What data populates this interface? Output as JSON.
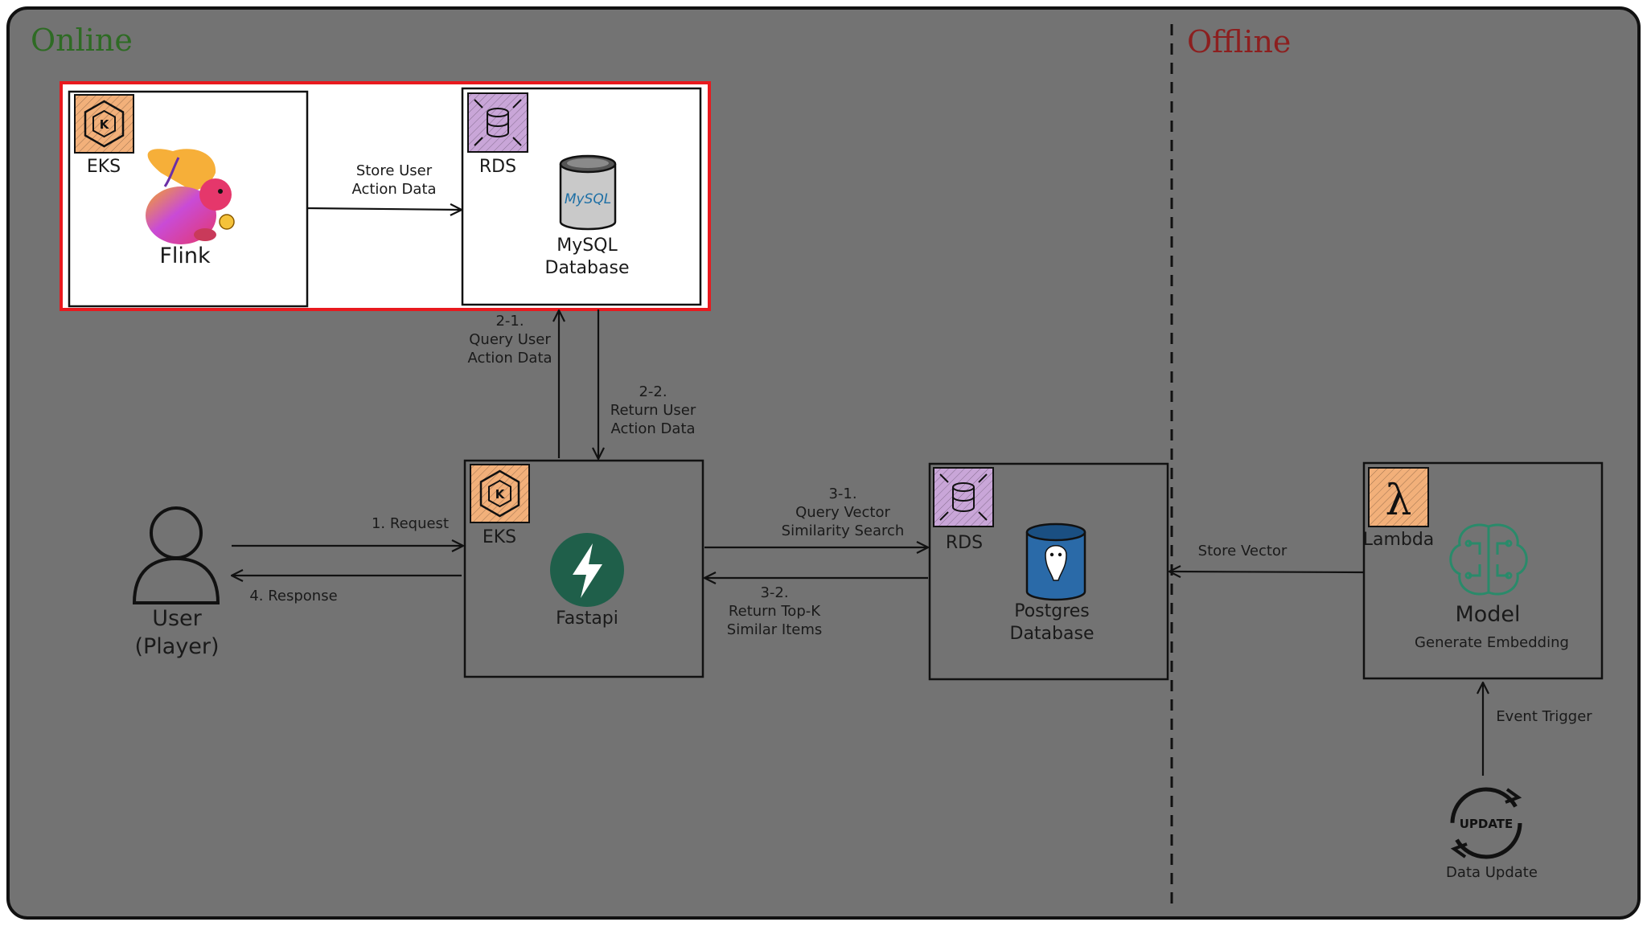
{
  "sections": {
    "online": "Online",
    "offline": "Offline"
  },
  "nodes": {
    "flink": {
      "badge": "EKS",
      "name": "Flink"
    },
    "mysql": {
      "badge": "RDS",
      "name": "MySQL\nDatabase",
      "logo_text": "MySQL"
    },
    "fastapi": {
      "badge": "EKS",
      "name": "Fastapi"
    },
    "postgres": {
      "badge": "RDS",
      "name": "Postgres\nDatabase"
    },
    "model": {
      "badge": "Lambda",
      "name": "Model",
      "subtitle": "Generate Embedding"
    },
    "user": {
      "name": "User\n(Player)"
    },
    "update": {
      "name": "Data Update",
      "icon_text": "UPDATE"
    }
  },
  "edges": {
    "store_action": "Store User\nAction Data",
    "query_action": "2-1.\nQuery User\nAction Data",
    "return_action": "2-2.\nReturn User\nAction Data",
    "request": "1. Request",
    "response": "4. Response",
    "query_vector": "3-1.\nQuery Vector\nSimilarity Search",
    "return_topk": "3-2.\nReturn Top-K\nSimilar Items",
    "store_vector": "Store Vector",
    "event_trigger": "Event Trigger"
  },
  "colors": {
    "background": "#737373",
    "online_title": "#2e6b24",
    "offline_title": "#8c1f1f",
    "highlight": "#e8191e",
    "box_fill_highlight": "#ffffff",
    "line": "#111111",
    "eks_badge": "#f2b07a",
    "rds_badge": "#c9a6d8",
    "lambda_badge": "#f2b07a",
    "fastapi_logo": "#1f5f4a",
    "postgres_logo": "#2a6aa8",
    "model_icon": "#2a8a6a"
  }
}
